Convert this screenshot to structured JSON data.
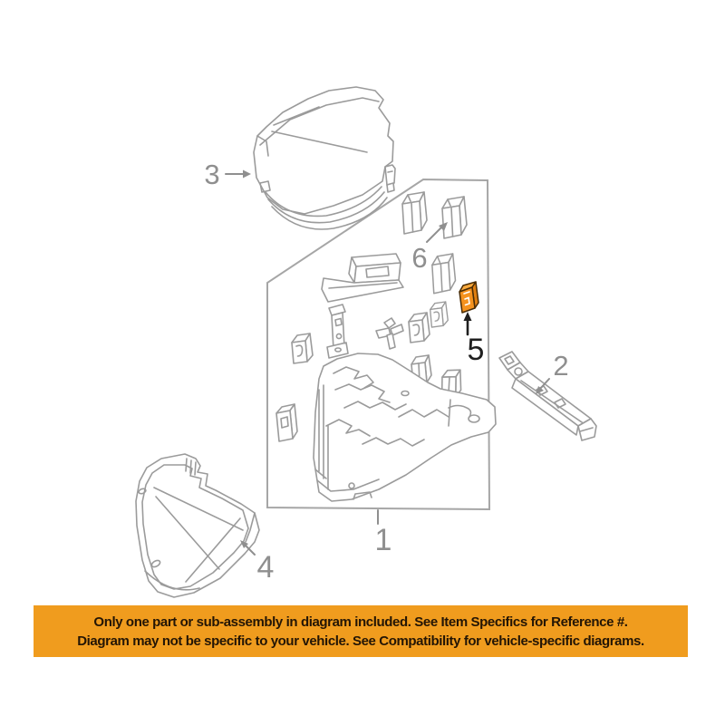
{
  "banner": {
    "line1": "Only one part or sub-assembly in diagram included. See Item Specifics for Reference #.",
    "line2": "Diagram may not be specific to your vehicle. See Compatibility for vehicle-specific diagrams."
  },
  "callouts": [
    {
      "label": "1"
    },
    {
      "label": "2"
    },
    {
      "label": "3"
    },
    {
      "label": "4"
    },
    {
      "label": "5"
    },
    {
      "label": "6"
    }
  ],
  "highlight": {
    "callout": "5"
  },
  "colors": {
    "background": "#FFFFFF",
    "line_art": "#9B9B9B",
    "panel_border": "#A6A6A6",
    "label_gray": "#8F8F8F",
    "label_black": "#1F1F1F",
    "highlight_orange": "#F5921E",
    "highlight_orange_top": "#F9A93C",
    "highlight_orange_side": "#E07F10",
    "highlight_outline": "#4A2C05",
    "banner_background": "#F09C1E",
    "banner_text": "#231505"
  }
}
